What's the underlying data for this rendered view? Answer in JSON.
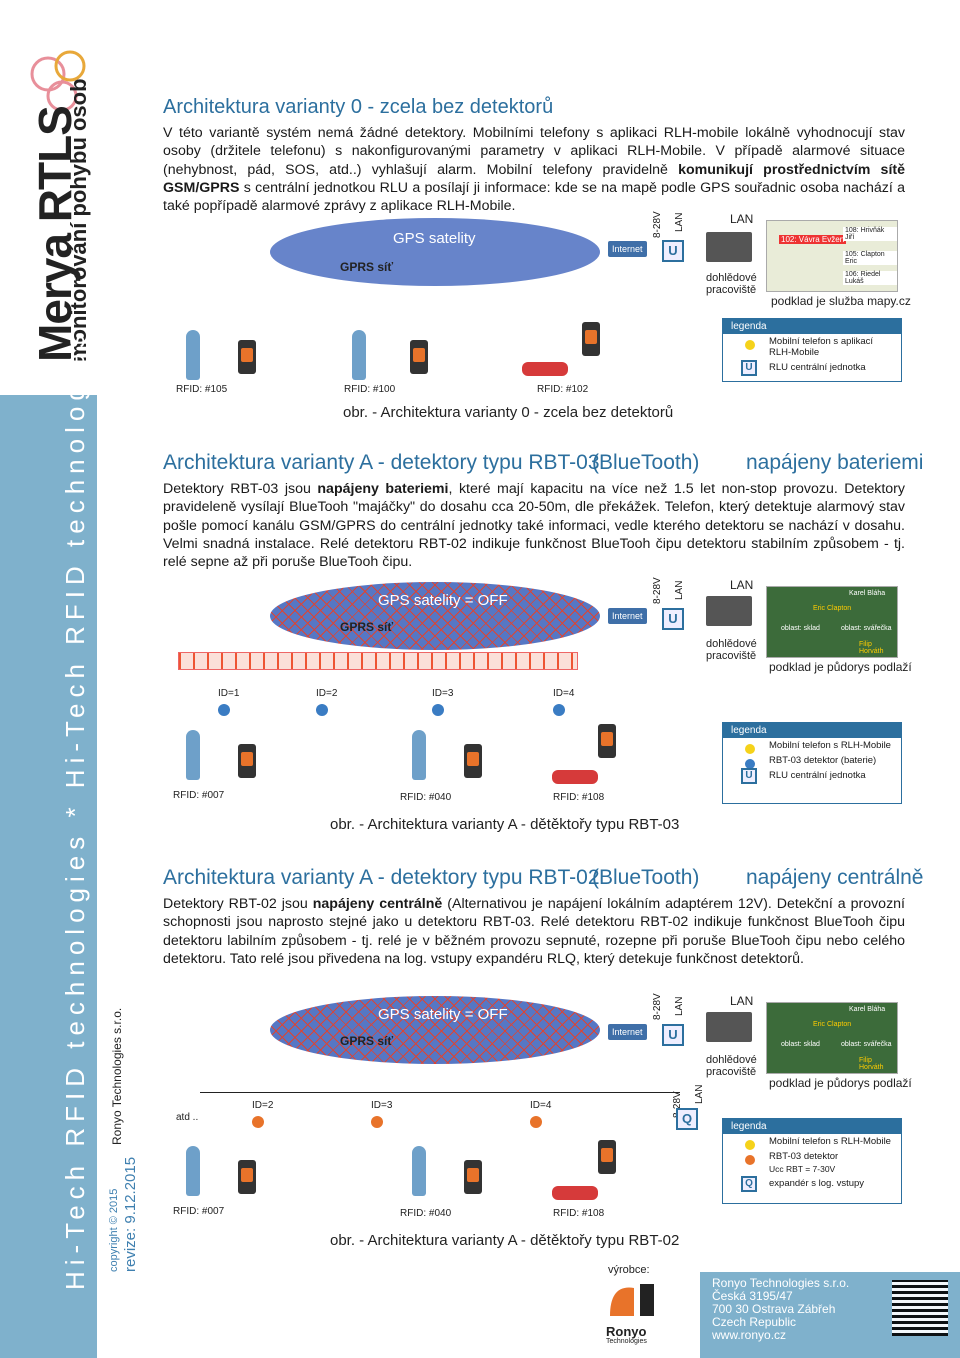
{
  "brand": {
    "name": "Merya RTLS",
    "tagline": "monitorování pohybu osob"
  },
  "side_strip": {
    "text": "Hi-Tech RFID technologies * Hi-Tech RFID technologies",
    "copyright": "copyright © 2015",
    "company": "Ronyo Technologies s.r.o.",
    "revision": "revize: 9.12.2015"
  },
  "section0": {
    "title": "Architektura varianty 0 - zcela bez detektorů",
    "p1": "V této variantě systém nemá žádné detektory. Mobilními telefony s aplikaci RLH-mobile lokálně vyhodnocují stav osoby (držitele telefonu) s nakonfigurovanými parametry v aplikaci RLH-Mobile. V případě alarmové situace (nehybnost, pád, SOS, atd..) vyhlašují alarm.",
    "p2a": "Mobilní telefony pravidelně ",
    "p2b": "komunikují prostřednictvím sítě GSM/GPRS",
    "p2c": " s centrální jednotkou RLU a posílají ji informace: kde se na mapě podle GPS souřadnic osoba nachází a také popřípadě alarmové zprávy z aplikace RLH-Mobile.",
    "gps": "GPS satelity",
    "gprs": "GPRS síť",
    "internet": "Internet",
    "voltage": "8-28V",
    "lan": "LAN",
    "lan2": "LAN",
    "u": "U",
    "workstation": "dohlědové pracoviště",
    "map_note": "podklad je služba mapy.cz",
    "map_tags": [
      "102: Vávra Evžen",
      "108: Hrivňák Jiří",
      "105: Clapton Eric",
      "106: Riedel Lukáš"
    ],
    "rfid": [
      "RFID: #105",
      "RFID: #100",
      "RFID: #102"
    ],
    "legend": {
      "head": "legenda",
      "rows": [
        "Mobilní telefon s aplikací RLH-Mobile",
        "RLU centrální jednotka"
      ]
    },
    "caption": "obr. - Architektura varianty  0 - zcela bez detektorů"
  },
  "sectionA1": {
    "title1": "Architektura varianty A - detektory typu RBT-03",
    "title2": "(BlueTooth)",
    "title3": "napájeny bateriemi",
    "p_a": "Detektory RBT-03 jsou ",
    "p_b": "napájeny bateriemi",
    "p_c": ", které mají kapacitu na více než 1.5 let non-stop provozu. Detektory pravideleně vysílají BlueTooh \"majáčky\" do dosahu cca 20-50m, dle překážek. Telefon, který detektuje alarmový stav pošle pomocí kanálu GSM/GPRS do centrální jednotky také informaci, vedle kterého detektoru se nachází v dosahu. Velmi snadná instalace. Relé detektoru RBT-02 indikuje funkčnost BlueTooh čipu detektoru stabilním způsobem - tj. relé sepne až při poruše BlueTooh čipu.",
    "gps": "GPS satelity = OFF",
    "gprs": "GPRS síť",
    "internet": "Internet",
    "voltage": "8-28V",
    "lan": "LAN",
    "lan2": "LAN",
    "u": "U",
    "workstation": "dohlědové pracoviště",
    "plan_note": "podklad je půdorys podlaží",
    "plan_tags": [
      "Karel Bláha",
      "Eric Clapton",
      "oblast: sklad",
      "oblast: svářečka",
      "Filip Horváth"
    ],
    "ids": [
      "ID=1",
      "ID=2",
      "ID=3",
      "ID=4"
    ],
    "rfid": [
      "RFID: #007",
      "RFID: #040",
      "RFID: #108"
    ],
    "legend": {
      "head": "legenda",
      "rows": [
        "Mobilní telefon s RLH-Mobile",
        "RBT-03 detektor (baterie)",
        "RLU centrální jednotka"
      ]
    },
    "caption": "obr. - Architektura varianty  A - dětěktořy typu RBT-03"
  },
  "sectionA2": {
    "title1": "Architektura varianty A - detektory typu RBT-02",
    "title2": "(BlueTooth)",
    "title3": "napájeny centrálně",
    "p_a": "Detektory RBT-02 jsou ",
    "p_b": "napájeny centrálně",
    "p_c": " (Alternativou je napájení lokálním adaptérem 12V). Detekční a provozní schopnosti jsou naprosto stejné jako u detektoru RBT-03. Relé detektoru RBT-02 indikuje funkčnost BlueTooh čipu detektoru labilním způsobem - tj. relé je v běžném provozu sepnuté, rozepne při poruše BlueTooh čipu nebo celého detektoru.  Tato relé jsou přivedena na log. vstupy expandéru RLQ, který detekuje funkčnost detektorů.",
    "gps": "GPS satelity = OFF",
    "gprs": "GPRS síť",
    "internet": "Internet",
    "voltage": "8-28V",
    "lan": "LAN",
    "lan2": "LAN",
    "u": "U",
    "q": "Q",
    "workstation": "dohlědové pracoviště",
    "plan_note": "podklad je půdorys podlaží",
    "plan_tags": [
      "Karel Bláha",
      "Eric Clapton",
      "oblast: sklad",
      "oblast: svářečka",
      "Filip Horváth"
    ],
    "ids": [
      "ID=2",
      "ID=3",
      "ID=4"
    ],
    "etc": "atd ..",
    "rfid": [
      "RFID: #007",
      "RFID: #040",
      "RFID: #108"
    ],
    "legend": {
      "head": "legenda",
      "rows": [
        "Mobilní telefon s RLH-Mobile",
        "RBT-03  detektor",
        "Ucc RBT  = 7-30V",
        "expandér s log. vstupy"
      ]
    },
    "caption": "obr. - Architektura varianty  A - dětěktořy typu RBT-02"
  },
  "footer": {
    "maker": "výrobce:",
    "logo_text": "Ronyo",
    "logo_sub": "Technologies",
    "lines": [
      "Ronyo Technologies s.r.o.",
      "Česká 3195/47",
      "700 30  Ostrava Zábřeh",
      "Czech Republic",
      "www.ronyo.cz"
    ]
  },
  "colors": {
    "accent": "#2c6f9e",
    "strip": "#7fb1cc",
    "ellipse": "#5677c4",
    "alarm": "#d63a3a"
  }
}
